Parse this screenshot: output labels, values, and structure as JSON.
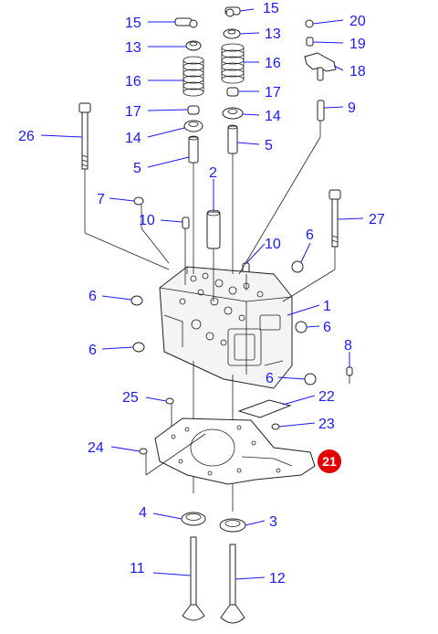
{
  "diagram": {
    "highlight_color": "#e00000",
    "label_color": "#1a1aff",
    "labels": {
      "p1": "1",
      "p2": "2",
      "p3": "3",
      "p4": "4",
      "p5a": "5",
      "p5b": "5",
      "p6a": "6",
      "p6b": "6",
      "p6c": "6",
      "p6d": "6",
      "p6e": "6",
      "p7": "7",
      "p8": "8",
      "p9": "9",
      "p10a": "10",
      "p10b": "10",
      "p11": "11",
      "p12": "12",
      "p13a": "13",
      "p13b": "13",
      "p14a": "14",
      "p14b": "14",
      "p15a": "15",
      "p15b": "15",
      "p16a": "16",
      "p16b": "16",
      "p17a": "17",
      "p17b": "17",
      "p18": "18",
      "p19": "19",
      "p20": "20",
      "p21": "21",
      "p22": "22",
      "p23": "23",
      "p24": "24",
      "p25": "25",
      "p26": "26",
      "p27": "27"
    }
  }
}
